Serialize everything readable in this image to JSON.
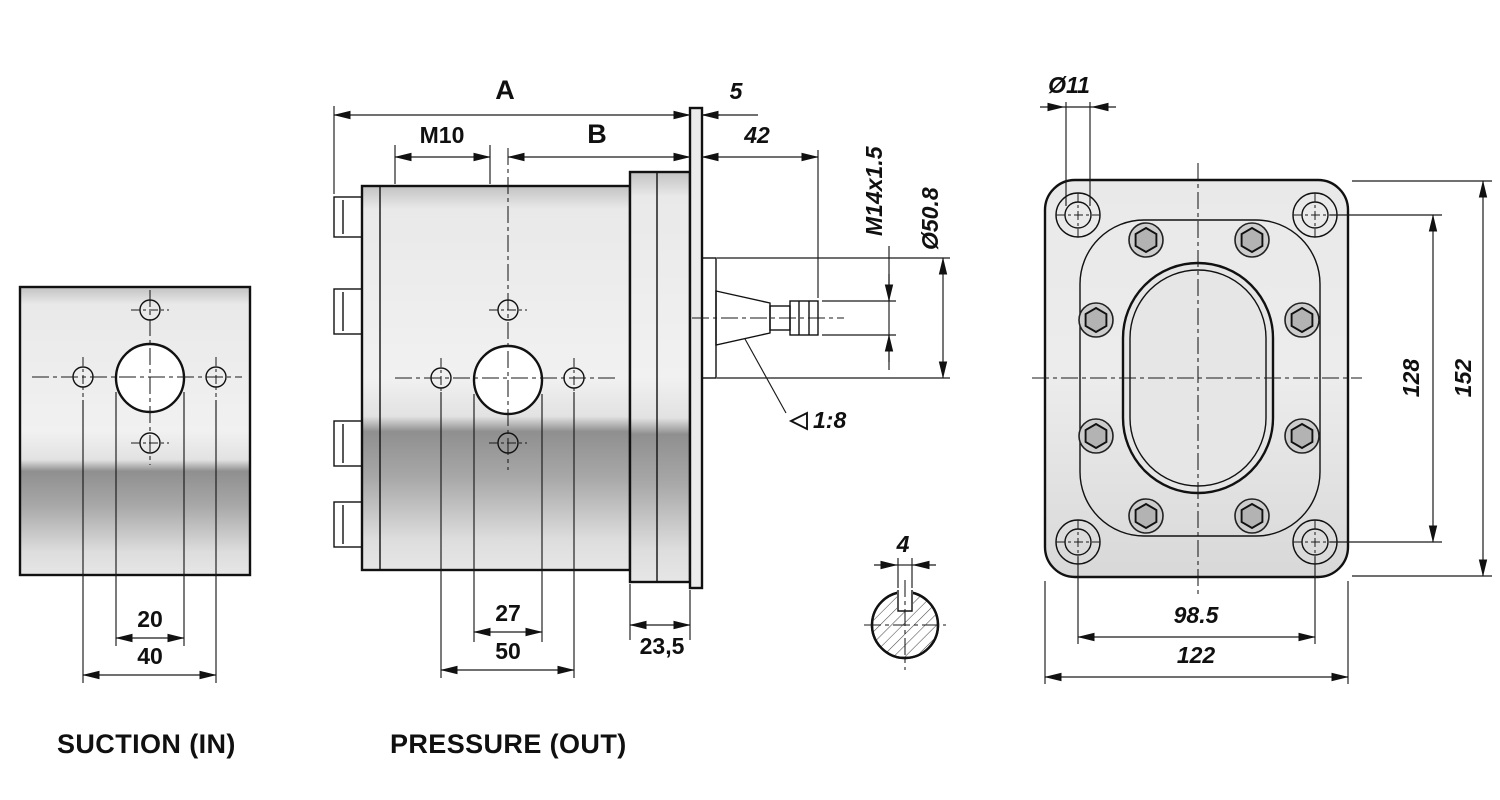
{
  "colors": {
    "accent": "#cc0000",
    "ink": "#111111"
  },
  "suction_view": {
    "label": "SUCTION (IN)",
    "dim_bore": "20",
    "dim_holes": "40"
  },
  "pressure_view": {
    "label": "PRESSURE (OUT)",
    "dim_A": "A",
    "dim_B": "B",
    "dim_thread_holes": "M10",
    "dim_plate": "5",
    "dim_shaft_len": "42",
    "dim_shaft_thread": "M14x1.5",
    "dim_pilot": "Ø50.8",
    "dim_taper": "1:8",
    "dim_bore": "27",
    "dim_holes": "50",
    "dim_rear": "23,5"
  },
  "shaft_section": {
    "dim_key": "4"
  },
  "flange_view": {
    "dim_hole": "Ø11",
    "dim_bolt_v": "128",
    "dim_height": "152",
    "dim_bolt_h": "98.5",
    "dim_width": "122"
  }
}
